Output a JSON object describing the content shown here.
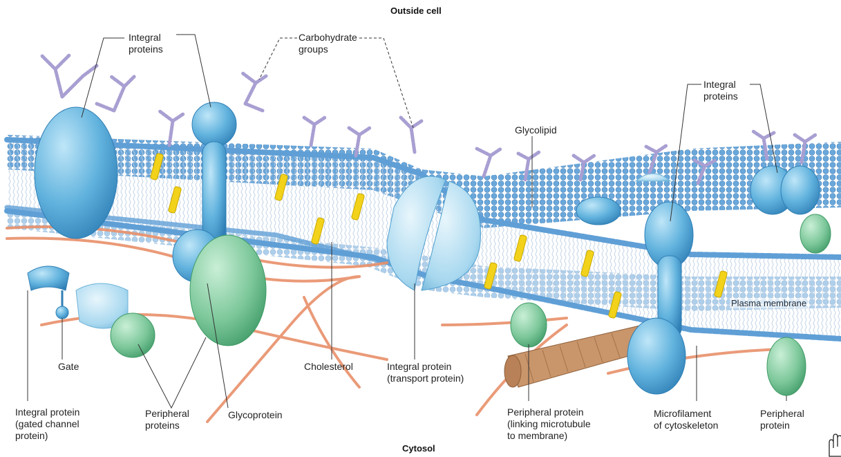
{
  "header": {
    "outside_label": "Outside cell",
    "inside_label": "Cytosol"
  },
  "labels": {
    "integral_proteins_left": "Integral\nproteins",
    "carbohydrate_groups": "Carbohydrate\ngroups",
    "glycolipid": "Glycolipid",
    "integral_proteins_right": "Integral\nproteins",
    "plasma_membrane": "Plasma membrane",
    "gate": "Gate",
    "cholesterol": "Cholesterol",
    "integral_transport": "Integral protein\n(transport protein)",
    "integral_gated": "Integral protein\n(gated channel\nprotein)",
    "peripheral_proteins": "Peripheral\nproteins",
    "glycoprotein": "Glycoprotein",
    "peripheral_linking": "Peripheral protein\n(linking microtubule\nto membrane)",
    "microfilament": "Microfilament\nof cytoskeleton",
    "peripheral_protein_right": "Peripheral\nprotein"
  },
  "colors": {
    "lipid_head": "#5f9fd6",
    "integral_protein": "#5fb0dc",
    "peripheral_protein": "#7cc79a",
    "cholesterol": "#f2d21a",
    "carbohydrate": "#a99fd2",
    "microfilament": "#e8906a",
    "microtubule": "#c9956a"
  },
  "icons": {
    "corner": "hand-cursor-icon"
  }
}
